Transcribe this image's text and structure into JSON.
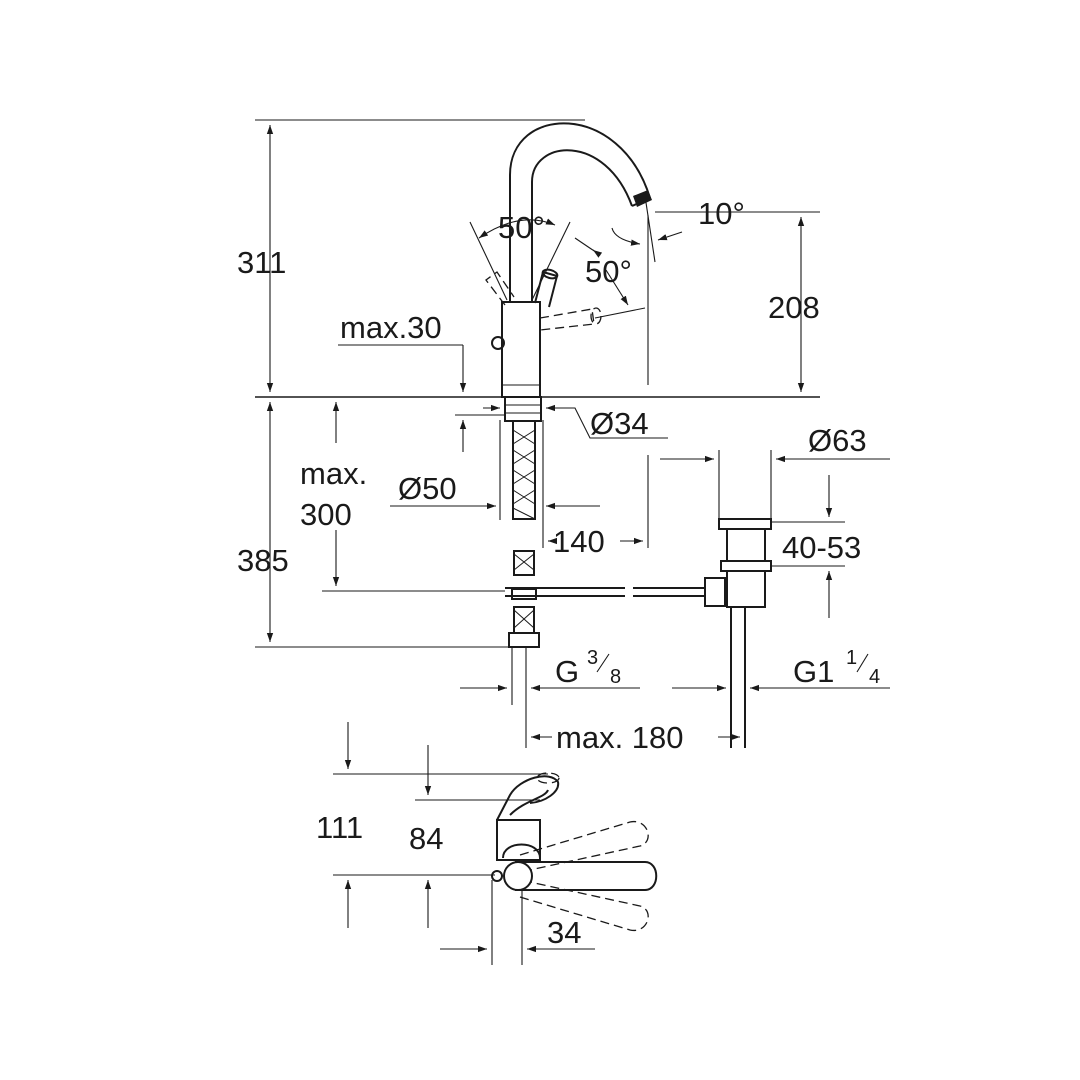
{
  "dimensions": {
    "total_height": "311",
    "lever_angle_left": "50°",
    "lever_angle_right": "50°",
    "spout_angle": "10°",
    "spout_height": "208",
    "deck_thickness": "max.30",
    "base_diameter": "Ø34",
    "hole_diameter": "Ø50",
    "max_length_line1": "max.",
    "max_length_line2": "300",
    "below_deck": "385",
    "offset_140": "140",
    "waste_diameter": "Ø63",
    "waste_range": "40-53",
    "supply_thread_main": "G",
    "supply_thread_num": "3",
    "supply_thread_den": "8",
    "waste_thread_main": "G1",
    "waste_thread_num": "1",
    "waste_thread_den": "4",
    "max_180": "max. 180",
    "top_111": "111",
    "top_84": "84",
    "top_34": "34"
  }
}
